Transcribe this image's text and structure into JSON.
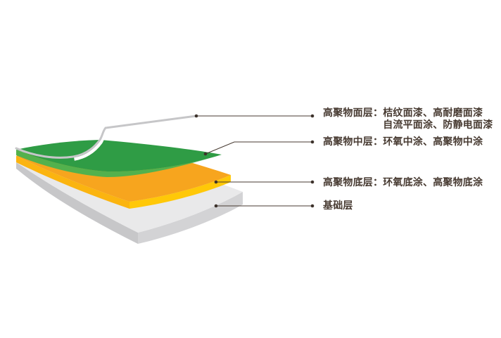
{
  "page": {
    "background": "#ffffff"
  },
  "diagram": {
    "type": "layer-stack-exploded",
    "layers": [
      {
        "name": "surface-film",
        "description_label_index": 0
      },
      {
        "name": "middle-layer-green",
        "description_label_index": 1
      },
      {
        "name": "bottom-layer-yellow",
        "description_label_index": 2
      },
      {
        "name": "substrate-base-gray",
        "description_label_index": 3
      }
    ]
  },
  "labels": [
    {
      "title": "高聚物面层：",
      "lines": [
        "桔纹面漆、高耐磨面漆",
        "自流平面涂、防静电面漆"
      ]
    },
    {
      "title": "高聚物中层：",
      "lines": [
        "环氧中涂、高聚物中涂"
      ]
    },
    {
      "title": "高聚物底层：",
      "lines": [
        "环氧底涂、高聚物底涂"
      ]
    },
    {
      "title": "基础层",
      "lines": []
    }
  ],
  "colors": {
    "background": "#ffffff",
    "text": "#473a31",
    "leader_line": "#473a31",
    "leader_dot": "#3d322b",
    "film": "#c6c6c8",
    "film_gap": "#ffffff",
    "green_top": "#2f9c45",
    "green_side": "#53b14d",
    "yellow_top": "#f7a51e",
    "yellow_side_front": "#ffc808",
    "yellow_side_left": "#fbb410",
    "base_top": "#e9e9ea",
    "base_side_left": "#c7c7c9",
    "base_side_front": "#d3d3d5"
  }
}
